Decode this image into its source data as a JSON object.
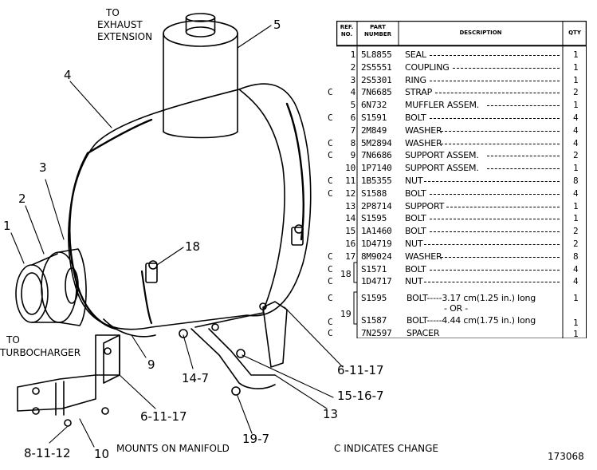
{
  "callouts": {
    "to_exhaust": [
      "TO",
      "EXHAUST",
      "EXTENSION"
    ],
    "to_turbo": [
      "TO",
      "TURBOCHARGER"
    ],
    "mounts": "MOUNTS ON MANIFOLD",
    "change_note": "C INDICATES CHANGE",
    "drawing_no": "173068",
    "refs": [
      "5",
      "4",
      "3",
      "2",
      "1",
      "18",
      "9",
      "14-7",
      "6-11-17",
      "15-16-7",
      "13",
      "19-7",
      "6-11-17",
      "8-11-12",
      "10"
    ]
  },
  "table": {
    "headers": [
      "REF. NO.",
      "PART NUMBER",
      "DESCRIPTION",
      "QTY"
    ],
    "rows": [
      {
        "c": "",
        "ref": "1",
        "part": "5L8855",
        "desc": "SEAL",
        "qty": "1"
      },
      {
        "c": "",
        "ref": "2",
        "part": "2S5551",
        "desc": "COUPLING",
        "qty": "1"
      },
      {
        "c": "",
        "ref": "3",
        "part": "2S5301",
        "desc": "RING",
        "qty": "1"
      },
      {
        "c": "C",
        "ref": "4",
        "part": "7N6685",
        "desc": "STRAP",
        "qty": "2"
      },
      {
        "c": "",
        "ref": "5",
        "part": "6N732",
        "desc": "MUFFLER ASSEM.",
        "qty": "1"
      },
      {
        "c": "C",
        "ref": "6",
        "part": "S1591",
        "desc": "BOLT",
        "qty": "4"
      },
      {
        "c": "",
        "ref": "7",
        "part": "2M849",
        "desc": "WASHER",
        "qty": "4"
      },
      {
        "c": "C",
        "ref": "8",
        "part": "5M2894",
        "desc": "WASHER",
        "qty": "4"
      },
      {
        "c": "C",
        "ref": "9",
        "part": "7N6686",
        "desc": "SUPPORT ASSEM.",
        "qty": "2"
      },
      {
        "c": "",
        "ref": "10",
        "part": "1P7140",
        "desc": "SUPPORT ASSEM.",
        "qty": "1"
      },
      {
        "c": "C",
        "ref": "11",
        "part": "1B5355",
        "desc": "NUT",
        "qty": "8"
      },
      {
        "c": "C",
        "ref": "12",
        "part": "S1588",
        "desc": "BOLT",
        "qty": "4"
      },
      {
        "c": "",
        "ref": "13",
        "part": "2P8714",
        "desc": "SUPPORT",
        "qty": "1"
      },
      {
        "c": "",
        "ref": "14",
        "part": "S1595",
        "desc": "BOLT",
        "qty": "1"
      },
      {
        "c": "",
        "ref": "15",
        "part": "1A1460",
        "desc": "BOLT",
        "qty": "2"
      },
      {
        "c": "",
        "ref": "16",
        "part": "1D4719",
        "desc": "NUT",
        "qty": "2"
      },
      {
        "c": "C",
        "ref": "17",
        "part": "8M9024",
        "desc": "WASHER",
        "qty": "8"
      },
      {
        "c": "C",
        "ref": "",
        "part": "S1571",
        "desc": "BOLT",
        "qty": "4"
      },
      {
        "c": "C",
        "ref": "",
        "part": "1D4717",
        "desc": "NUT",
        "qty": "4"
      }
    ],
    "group18": "18",
    "group19": "19",
    "r19a": {
      "c": "C",
      "part": "S1595",
      "desc": "BOLT-----3.17 cm(1.25 in.) long",
      "qty": "1"
    },
    "r19or": "- OR -",
    "r19b": {
      "c": "C",
      "part": "S1587",
      "desc": "BOLT-----4.44 cm(1.75 in.) long",
      "qty": "1"
    },
    "r20": {
      "c": "C",
      "part": "7N2597",
      "desc": "SPACER",
      "qty": "1"
    }
  }
}
